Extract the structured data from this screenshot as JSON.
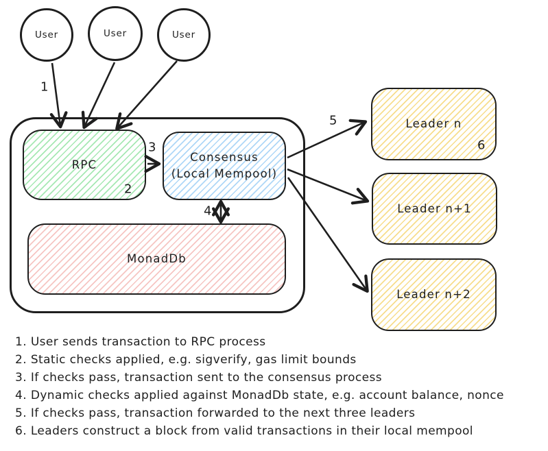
{
  "diagram": {
    "users": [
      "User",
      "User",
      "User"
    ],
    "rpc": {
      "label": "RPC"
    },
    "consensus": {
      "label": "Consensus",
      "sublabel": "(Local Mempool)"
    },
    "monaddb": {
      "label": "MonadDb"
    },
    "leaders": [
      "Leader n",
      "Leader n+1",
      "Leader n+2"
    ],
    "markers": [
      "1",
      "2",
      "3",
      "4",
      "5",
      "6"
    ]
  },
  "steps": [
    "1. User sends transaction to RPC process",
    "2. Static checks applied, e.g. sigverify, gas limit bounds",
    "3. If checks pass, transaction sent to the consensus process",
    "4. Dynamic checks applied against MonadDb state, e.g. account balance, nonce",
    "5. If checks pass, transaction forwarded to the next three leaders",
    "6. Leaders construct a block from valid transactions in their local mempool"
  ],
  "colors": {
    "stroke": "#1e1e1e",
    "rpc_hatch": "#a6e8b3",
    "consensus_hatch": "#aed7f7",
    "monaddb_hatch": "#f6c5c2",
    "leader_hatch": "#f7dd8c"
  }
}
